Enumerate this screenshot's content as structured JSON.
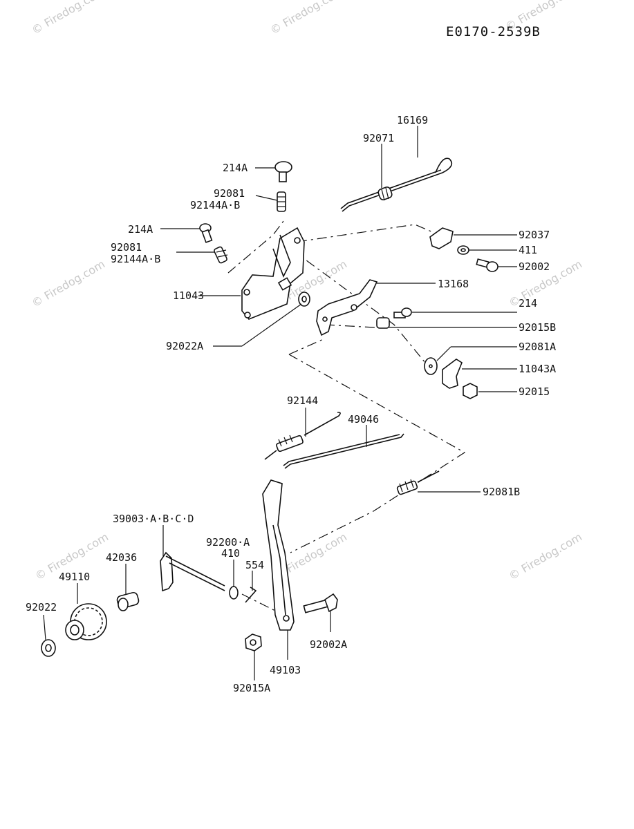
{
  "drawing_code": "E0170-2539B",
  "watermark": "© Firedog.com",
  "labels": {
    "p16169": "16169",
    "p92071": "92071",
    "p214A_top": "214A",
    "p92081_top": "92081",
    "p92144AB_top": "92144A·B",
    "p214A_mid": "214A",
    "p92081_mid": "92081",
    "p92144AB_mid": "92144A·B",
    "p11043": "11043",
    "p92022A": "92022A",
    "p92037": "92037",
    "p411": "411",
    "p92002": "92002",
    "p13168": "13168",
    "p214": "214",
    "p92015B": "92015B",
    "p92081A": "92081A",
    "p11043A": "11043A",
    "p92015": "92015",
    "p92144": "92144",
    "p49046": "49046",
    "p92081B": "92081B",
    "p39003": "39003·A·B·C·D",
    "p92200A": "92200·A",
    "p410": "410",
    "p554": "554",
    "p42036": "42036",
    "p49110": "49110",
    "p92022": "92022",
    "p92002A": "92002A",
    "p49103": "49103",
    "p92015A": "92015A"
  }
}
